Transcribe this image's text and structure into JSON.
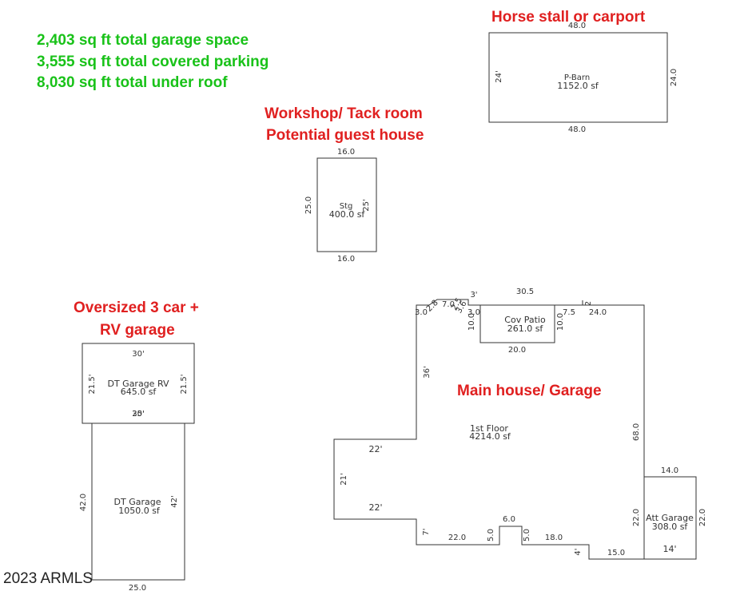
{
  "summary": {
    "garage": "2,403 sq ft total garage space",
    "covered": "3,555 sq ft total covered parking",
    "roof": "8,030 sq ft total under roof"
  },
  "annotations": {
    "horse": "Horse stall or carport",
    "workshop": "Workshop/ Tack room",
    "guest": "Potential guest house",
    "oversized": "Oversized 3 car +",
    "rv": "RV garage",
    "main": "Main house/ Garage"
  },
  "copyright": "2023 ARMLS",
  "rooms": {
    "pbarn": {
      "name": "P-Barn",
      "area": "1152.0 sf",
      "top": "48.0",
      "bottom": "48.0",
      "left": "24'",
      "right": "24.0"
    },
    "stg": {
      "name": "Stg",
      "area": "400.0 sf",
      "top": "16.0",
      "bottom": "16.0",
      "left": "25.0",
      "inner": "25'"
    },
    "rv": {
      "name": "DT Garage RV",
      "area": "645.0 sf",
      "top": "30'",
      "bottom": "25'",
      "bottom2": "30'",
      "left": "21.5'",
      "right": "21.5'"
    },
    "dt": {
      "name": "DT Garage",
      "area": "1050.0 sf",
      "left": "42.0",
      "right": "42'",
      "bottom": "25.0"
    },
    "patio": {
      "name": "Cov Patio",
      "area": "261.0 sf",
      "bottom": "20.0",
      "left": "10.0",
      "right": "10.0"
    },
    "floor1": {
      "name": "1st Floor",
      "area": "4214.0 sf"
    },
    "att": {
      "name": "Att Garage",
      "area": "308.0 sf",
      "top": "14.0",
      "bottom": "14'",
      "left": "22.0",
      "right": "22.0"
    }
  },
  "dims": {
    "d30_5": "30.5",
    "d3p": "3'",
    "d2": "2",
    "d24_0": "24.0",
    "d7_5": "7.5",
    "d3_0a": "3.0",
    "d3_0b": "3.0",
    "d2_8": "2.8",
    "d7_0": "7.0",
    "d2_5": "2.5",
    "d3_6": "3.6",
    "d36": "36'",
    "d68_0": "68.0",
    "d22a": "22'",
    "d21": "21'",
    "d22b": "22'",
    "d7": "7'",
    "d22_0": "22.0",
    "d5_0a": "5.0",
    "d6_0": "6.0",
    "d5_0b": "5.0",
    "d18_0": "18.0",
    "d4": "4'",
    "d15_0": "15.0"
  }
}
